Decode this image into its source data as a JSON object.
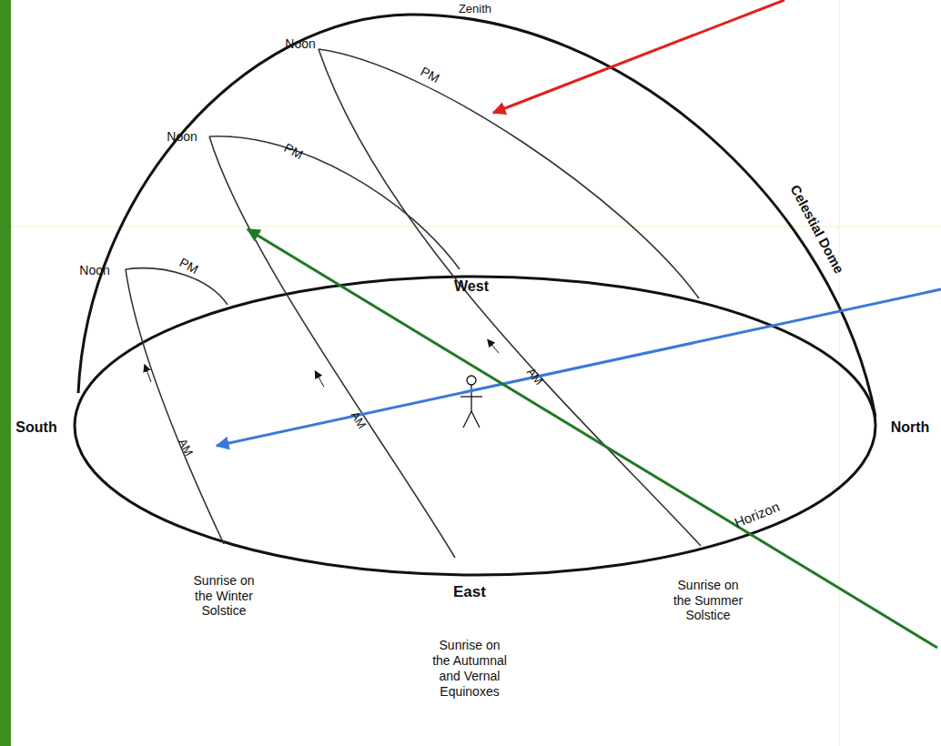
{
  "diagram": {
    "labels": [
      "Zenith",
      "Noon",
      "PM",
      "Noon",
      "PM",
      "Noon",
      "PM",
      "West",
      "AM",
      "AM",
      "AM",
      "Celestial Dome",
      "South",
      "North",
      "Horizon",
      "Sunrise on the Winter Solstice",
      "East",
      "Sunrise on the Autumnal and Vernal Equinoxes",
      "Sunrise on the Summer Solstice"
    ]
  }
}
